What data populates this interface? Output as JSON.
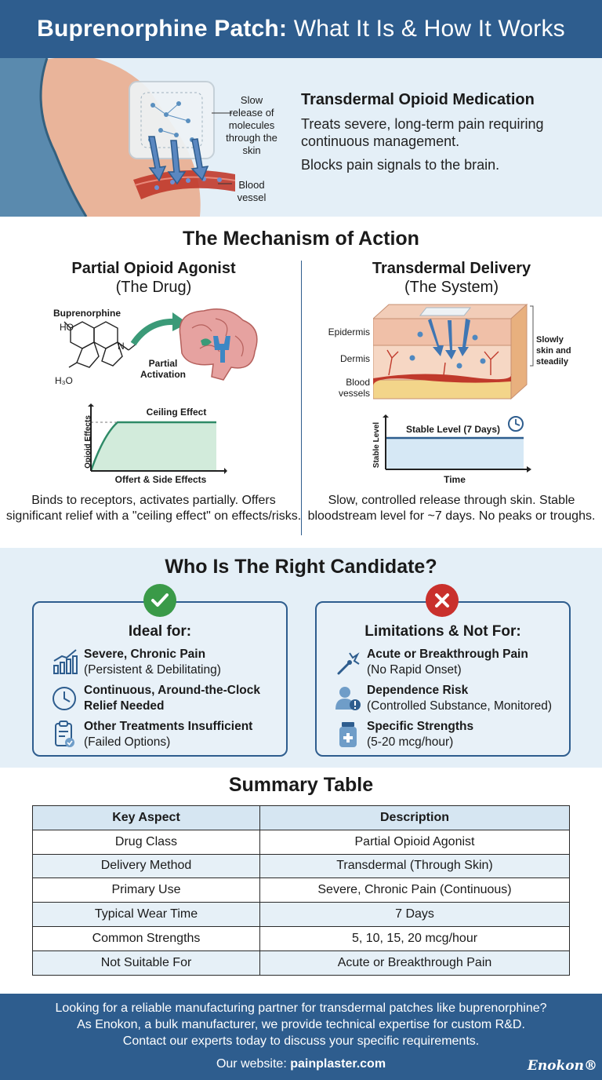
{
  "header": {
    "title_bold": "Buprenorphine Patch:",
    "title_rest": "What It Is & How It Works"
  },
  "intro": {
    "callout_release": "Slow release of molecules through the skin",
    "callout_vessel": "Blood vessel",
    "heading": "Transdermal Opioid Medication",
    "line1": "Treats severe, long-term pain requiring continuous management.",
    "line2": "Blocks pain signals to the brain."
  },
  "mechanism": {
    "title": "The Mechanism of Action",
    "left": {
      "title_bold": "Partial Opioid Agonist",
      "title_sub": "(The Drug)",
      "molecule_label": "Buprenorphine",
      "atom_ho": "HO",
      "atom_h3co": "H₃O",
      "atom_n": "N",
      "activation_label": "Partial Activation",
      "chart_title": "Ceiling Effect",
      "chart_ylabel": "Opioid Effects",
      "chart_xlabel": "Offert & Side Effects",
      "description": "Binds to receptors, activates partially. Offers significant relief with a \"ceiling effect\" on effects/risks."
    },
    "right": {
      "title_bold": "Transdermal Delivery",
      "title_sub": "(The System)",
      "layer_epidermis": "Epidermis",
      "layer_dermis": "Dermis",
      "layer_vessels": "Blood vessels",
      "side_label": "Slowly skin and steadily",
      "chart_title": "Stable Level (7 Days)",
      "chart_ylabel": "Stable Level",
      "chart_xlabel": "Time",
      "description": "Slow, controlled release through skin. Stable bloodstream level for ~7 days. No peaks or troughs."
    }
  },
  "candidate": {
    "title": "Who Is The Right Candidate?",
    "ideal": {
      "heading": "Ideal for:",
      "items": [
        {
          "icon": "chart-bars-icon",
          "bold": "Severe, Chronic Pain",
          "sub": "(Persistent & Debilitating)"
        },
        {
          "icon": "clock-icon",
          "bold": "Continuous, Around-the-Clock Relief Needed",
          "sub": ""
        },
        {
          "icon": "clipboard-icon",
          "bold": "Other Treatments Insufficient",
          "sub": "(Failed Options)"
        }
      ]
    },
    "limits": {
      "heading": "Limitations & Not For:",
      "items": [
        {
          "icon": "lightning-icon",
          "bold": "Acute or Breakthrough Pain",
          "sub": "(No Rapid Onset)"
        },
        {
          "icon": "person-warning-icon",
          "bold": "Dependence Risk",
          "sub": "(Controlled Substance, Monitored)"
        },
        {
          "icon": "medicine-bottle-icon",
          "bold": "Specific Strengths",
          "sub": "(5-20 mcg/hour)"
        }
      ]
    },
    "colors": {
      "check": "#3a9a48",
      "cross": "#c9302c"
    }
  },
  "summary": {
    "title": "Summary Table",
    "headers": [
      "Key Aspect",
      "Description"
    ],
    "rows": [
      [
        "Drug Class",
        "Partial Opioid Agonist"
      ],
      [
        "Delivery Method",
        "Transdermal (Through Skin)"
      ],
      [
        "Primary Use",
        "Severe, Chronic Pain (Continuous)"
      ],
      [
        "Typical Wear Time",
        "7 Days"
      ],
      [
        "Common Strengths",
        "5, 10, 15, 20 mcg/hour"
      ],
      [
        "Not Suitable For",
        "Acute or Breakthrough Pain"
      ]
    ]
  },
  "footer": {
    "line1": "Looking for a reliable manufacturing partner for transdermal patches like buprenorphine?",
    "line2": "As Enokon, a bulk manufacturer, we provide technical expertise for custom R&D.",
    "line3": "Contact our experts today to discuss your specific requirements.",
    "web_label": "Our website:",
    "web_url": "painplaster.com",
    "brand": "Enokon®"
  },
  "theme": {
    "primary": "#2e5d8e",
    "light_bg": "#e4eff7"
  }
}
